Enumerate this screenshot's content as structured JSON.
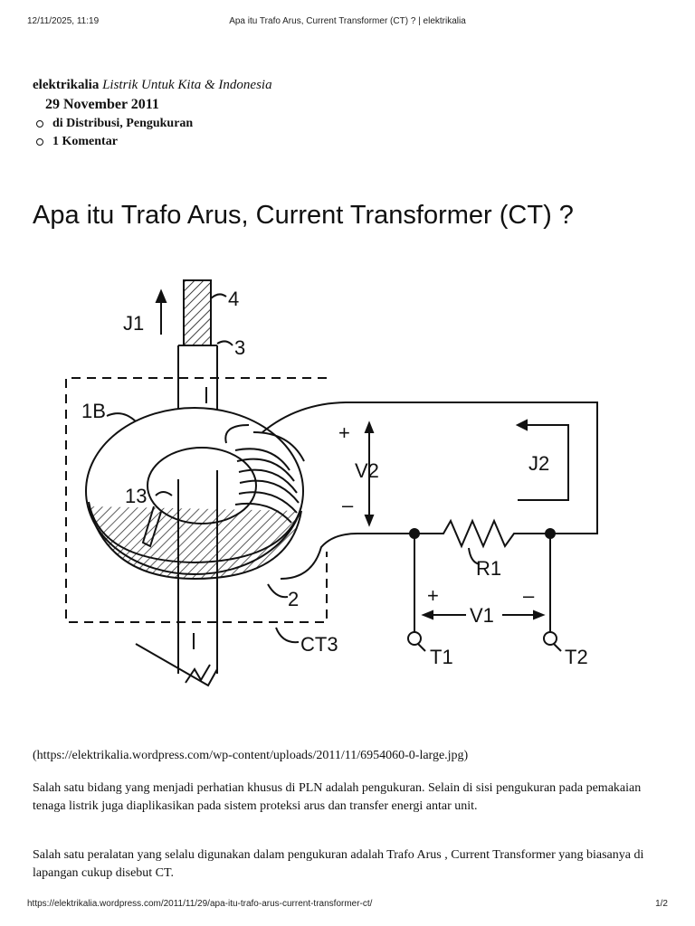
{
  "print_header": {
    "datetime": "12/11/2025, 11:19",
    "title": "Apa itu Trafo Arus, Current Transformer (CT) ? | elektrikalia"
  },
  "site": {
    "name": "elektrikalia",
    "tagline": "Listrik Untuk Kita & Indonesia"
  },
  "post": {
    "date": "29 November 2011",
    "meta": [
      "di Distribusi, Pengukuran",
      "1 Komentar"
    ],
    "title": "Apa itu Trafo Arus, Current Transformer (CT) ?"
  },
  "figure": {
    "labels": {
      "j1": "J1",
      "l4": "4",
      "l3": "3",
      "l1b": "1B",
      "l13": "13",
      "l2": "2",
      "ct3": "CT3",
      "plus_v2": "+",
      "v2": "V2",
      "minus_v2": "–",
      "j2": "J2",
      "r1": "R1",
      "plus_v1": "+",
      "minus_v1": "–",
      "v1": "V1",
      "t1": "T1",
      "t2": "T2"
    },
    "caption": "(https://elektrikalia.wordpress.com/wp-content/uploads/2011/11/6954060-0-large.jpg)"
  },
  "body": {
    "p1": "Salah satu bidang yang menjadi perhatian khusus di PLN adalah pengukuran. Selain di sisi pengukuran pada pemakaian tenaga listrik juga diaplikasikan pada sistem proteksi arus dan transfer energi antar unit.",
    "p2": "Salah satu peralatan yang selalu digunakan dalam pengukuran adalah Trafo Arus , Current Transformer yang biasanya di lapangan cukup disebut CT."
  },
  "print_footer": {
    "url": "https://elektrikalia.wordpress.com/2011/11/29/apa-itu-trafo-arus-current-transformer-ct/",
    "page": "1/2"
  }
}
